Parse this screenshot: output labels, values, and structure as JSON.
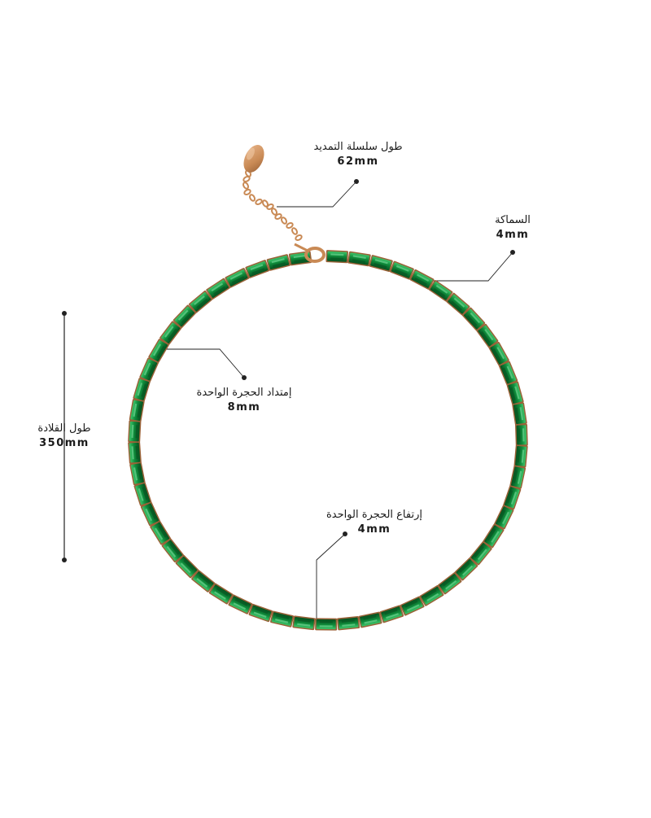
{
  "colors": {
    "background": "#ffffff",
    "emerald": "#0f8a3a",
    "emerald_dark": "#06501f",
    "emerald_light": "#3cc46a",
    "gold": "#c98a55",
    "gold_dark": "#9a6238",
    "leader_line": "#222222"
  },
  "annotations": {
    "extender": {
      "title": "طول سلسلة التمديد",
      "value": "62mm"
    },
    "thickness": {
      "title": "السماكة",
      "value": "4mm"
    },
    "stone_length": {
      "title": "إمتداد الحجرة الواحدة",
      "value": "8mm"
    },
    "necklace_length": {
      "title": "طول القلادة",
      "value": "350mm"
    },
    "stone_height": {
      "title": "إرتفاع الحجرة الواحدة",
      "value": "4mm"
    }
  }
}
